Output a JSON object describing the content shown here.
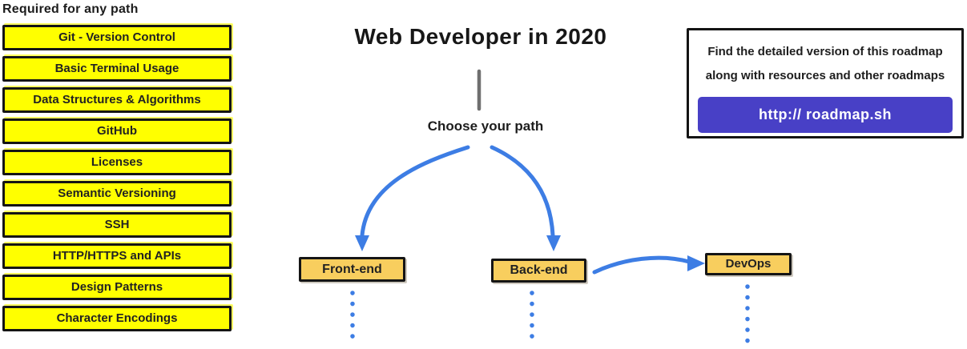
{
  "required_section": {
    "label": "Required for any path",
    "items": [
      "Git - Version Control",
      "Basic Terminal Usage",
      "Data Structures & Algorithms",
      "GitHub",
      "Licenses",
      "Semantic Versioning",
      "SSH",
      "HTTP/HTTPS and APIs",
      "Design Patterns",
      "Character Encodings"
    ]
  },
  "title": "Web Developer in 2020",
  "choose_path_label": "Choose your path",
  "paths": {
    "frontend": "Front-end",
    "backend": "Back-end",
    "devops": "DevOps"
  },
  "info_box": {
    "line1": "Find the detailed version of this roadmap",
    "line2": "along with resources and other roadmaps",
    "button_label": "http:// roadmap.sh"
  },
  "colors": {
    "required_box_fill": "#ffff00",
    "path_box_fill": "#f8ce5e",
    "arrow_blue": "#3d7de4",
    "button_purple": "#4840c6",
    "connector_gray": "#6f6f6f"
  }
}
